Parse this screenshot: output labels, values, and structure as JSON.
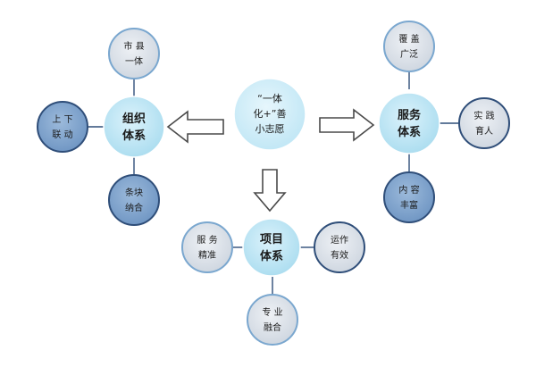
{
  "colors": {
    "center_fill": "#d2eef9",
    "main_fill": "#c3e9f7",
    "grey_fill": "#dde3eb",
    "blue_fill": "#7fa3cc",
    "ring_blue": "#7aa7cf",
    "ring_dark": "#2f4e79",
    "connector": "#2f4e79",
    "arrow_stroke": "#4a4a4a",
    "text": "#1a1a1a"
  },
  "nodes": {
    "center": {
      "line1": "“一体",
      "line2": "化+”善",
      "line3": "小志愿"
    },
    "org": {
      "line1": "组织",
      "line2": "体系"
    },
    "org_top": {
      "line1": "市  县",
      "line2": "一体"
    },
    "org_left": {
      "line1": "上  下",
      "line2": "联  动"
    },
    "org_bottom": {
      "line1": "条块",
      "line2": "纳合"
    },
    "service": {
      "line1": "服务",
      "line2": "体系"
    },
    "service_top": {
      "line1": "覆  盖",
      "line2": "广泛"
    },
    "service_right": {
      "line1": "实  践",
      "line2": "育人"
    },
    "service_bottom": {
      "line1": "内  容",
      "line2": "丰富"
    },
    "project": {
      "line1": "项目",
      "line2": "体系"
    },
    "project_left": {
      "line1": "服  务",
      "line2": "精准"
    },
    "project_right": {
      "line1": "运作",
      "line2": "有效"
    },
    "project_bottom": {
      "line1": "专  业",
      "line2": "融合"
    }
  }
}
